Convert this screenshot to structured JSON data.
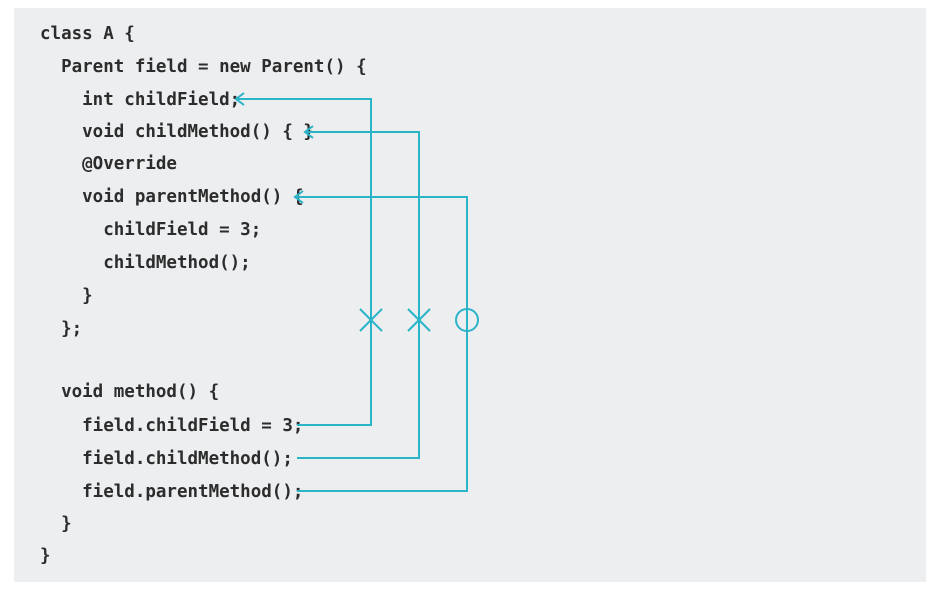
{
  "code": {
    "lines": [
      "class A {",
      "  Parent field = new Parent() {",
      "    int childField;",
      "    void childMethod() { }",
      "    @Override",
      "    void parentMethod() {",
      "      childField = 3;",
      "      childMethod();",
      "    }",
      "  };",
      "",
      "  void method() {",
      "    field.childField = 3;",
      "    field.childMethod();",
      "    field.parentMethod();",
      "  }",
      "}"
    ]
  },
  "marks": {
    "access_child_field": "not-allowed",
    "access_child_method": "not-allowed",
    "access_parent_method": "allowed"
  },
  "colors": {
    "background": "#eceef0",
    "code_text": "#2c2c2c",
    "connector": "#2bb3c7"
  }
}
